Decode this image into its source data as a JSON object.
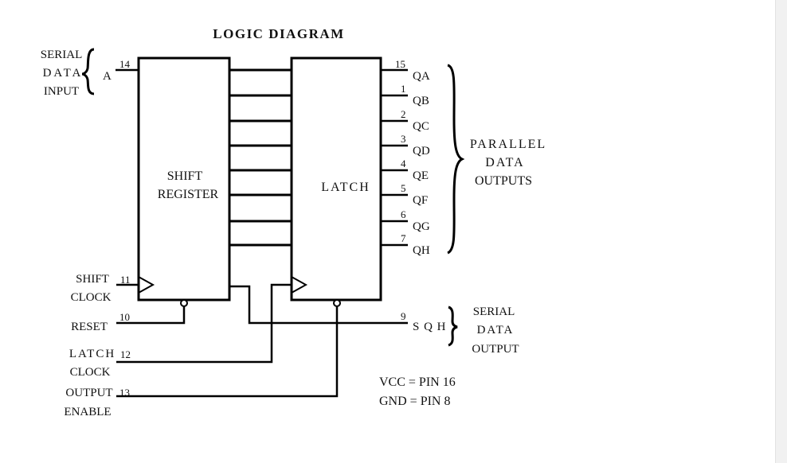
{
  "title": "LOGIC DIAGRAM",
  "inputs": {
    "serial_data_input": [
      "SERIAL",
      "DATA",
      "INPUT"
    ],
    "pin_a_label": "A",
    "pin_a_number": "14",
    "shift_clock": [
      "SHIFT",
      "CLOCK"
    ],
    "shift_clock_pin": "11",
    "reset": "RESET",
    "reset_pin": "10",
    "latch_clock": [
      "LATCH",
      "CLOCK"
    ],
    "latch_clock_pin": "12",
    "output_enable": [
      "OUTPUT",
      "ENABLE"
    ],
    "output_enable_pin": "13"
  },
  "blocks": {
    "shift_register": [
      "SHIFT",
      "REGISTER"
    ],
    "latch": "LATCH"
  },
  "outputs": [
    {
      "pin": "15",
      "name": "QA"
    },
    {
      "pin": "1",
      "name": "QB"
    },
    {
      "pin": "2",
      "name": "QC"
    },
    {
      "pin": "3",
      "name": "QD"
    },
    {
      "pin": "4",
      "name": "QE"
    },
    {
      "pin": "5",
      "name": "QF"
    },
    {
      "pin": "6",
      "name": "QG"
    },
    {
      "pin": "7",
      "name": "QH"
    }
  ],
  "parallel_data_outputs": [
    "PARALLEL",
    "DATA",
    "OUTPUTS"
  ],
  "serial_output": {
    "pin": "9",
    "name": "S Q H",
    "label": [
      "SERIAL",
      "DATA",
      "OUTPUT"
    ]
  },
  "power": {
    "vcc": "VCC = PIN 16",
    "gnd": "GND = PIN 8"
  }
}
